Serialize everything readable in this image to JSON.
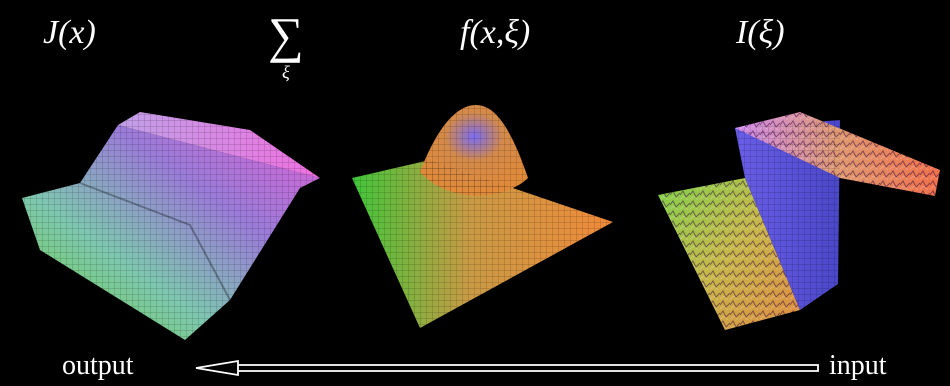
{
  "equation": {
    "output_symbol": "J(x)",
    "sum_symbol": "∑",
    "sum_index": "ξ",
    "kernel_symbol": "f(x,ξ)",
    "input_symbol": "I(ξ)"
  },
  "flow": {
    "output_label": "output",
    "input_label": "input",
    "direction": "right-to-left"
  },
  "colors": {
    "background": "#000000",
    "text": "#ffffff"
  }
}
